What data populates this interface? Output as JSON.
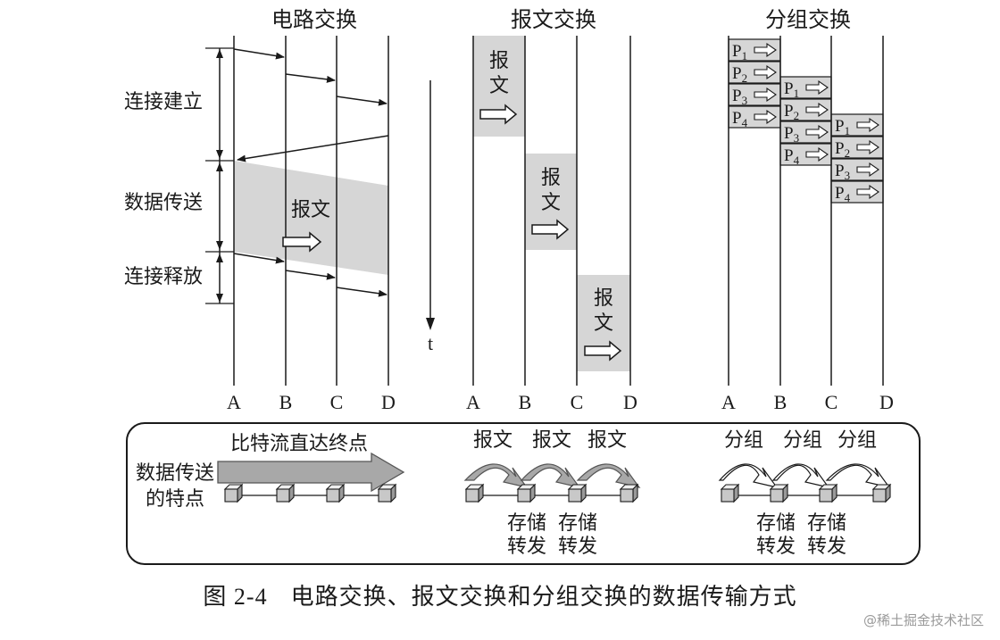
{
  "titles": {
    "circuit": "电路交换",
    "message": "报文交换",
    "packet": "分组交换"
  },
  "phases": {
    "setup": "连接建立",
    "transfer": "数据传送",
    "release": "连接释放"
  },
  "time_label": "t",
  "nodes": [
    "A",
    "B",
    "C",
    "D"
  ],
  "message_word": "报文",
  "message_chars": [
    "报",
    "文"
  ],
  "packets": [
    {
      "letter": "P",
      "sub": "1"
    },
    {
      "letter": "P",
      "sub": "2"
    },
    {
      "letter": "P",
      "sub": "3"
    },
    {
      "letter": "P",
      "sub": "4"
    }
  ],
  "feature": {
    "label_line1": "数据传送",
    "label_line2": "的特点",
    "circuit_desc": "比特流直达终点",
    "hop_message": "报文",
    "hop_packet": "分组",
    "store_line1": "存储",
    "store_line2": "转发"
  },
  "caption": {
    "number": "图 2-4",
    "text": "电路交换、报文交换和分组交换的数据传输方式"
  },
  "watermark": "@稀土掘金技术社区",
  "colors": {
    "shade": "#d6d6d6",
    "line": "#1a1a1a"
  }
}
